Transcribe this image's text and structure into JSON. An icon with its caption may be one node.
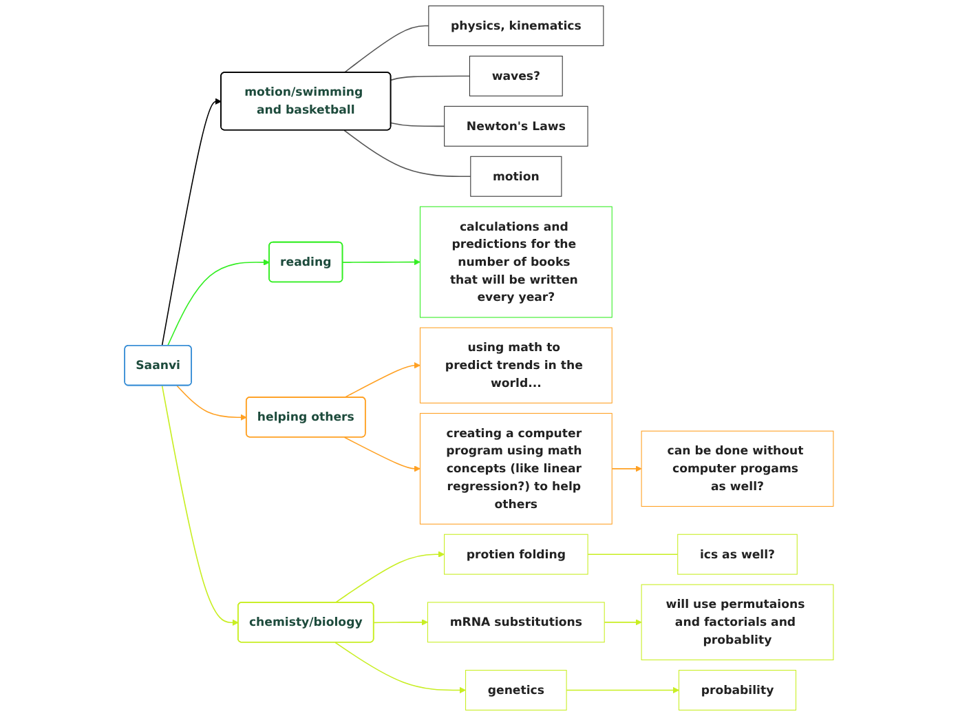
{
  "diagram": {
    "nodes": [
      {
        "text": [
          "Saanvi"
        ]
      },
      {
        "text": [
          "motion/swimming and basketball"
        ]
      },
      {
        "text": [
          "physics, kinematics"
        ]
      },
      {
        "text": [
          "waves?"
        ]
      },
      {
        "text": [
          "Newton's Laws"
        ]
      },
      {
        "text": [
          "motion"
        ]
      },
      {
        "text": [
          "reading"
        ]
      },
      {
        "text": [
          "calculations and predictions for the number of books that will be written every year?"
        ]
      },
      {
        "text": [
          "helping others"
        ]
      },
      {
        "text": [
          "using math to predict trends in the world..."
        ]
      },
      {
        "text": [
          "creating a computer program using math concepts (like linear regression?) to help others"
        ]
      },
      {
        "text": [
          "can be done without computer progams as well?"
        ]
      },
      {
        "text": [
          "chemisty/biology"
        ]
      },
      {
        "text": [
          "protien folding"
        ]
      },
      {
        "text": [
          "ics as well?"
        ]
      },
      {
        "text": [
          "mRNA substitutions"
        ]
      },
      {
        "text": [
          "will use permutaions and factorials and probablity"
        ]
      },
      {
        "text": [
          "genetics"
        ]
      },
      {
        "text": [
          "probability"
        ]
      }
    ],
    "edges": [
      {
        "from": 0,
        "to": 1,
        "arrow": "to",
        "color": "#000000"
      },
      {
        "from": 1,
        "to": 2,
        "arrow": "none",
        "color": "#555555"
      },
      {
        "from": 1,
        "to": 3,
        "arrow": "none",
        "color": "#555555"
      },
      {
        "from": 1,
        "to": 4,
        "arrow": "none",
        "color": "#555555"
      },
      {
        "from": 1,
        "to": 5,
        "arrow": "none",
        "color": "#555555"
      },
      {
        "from": 0,
        "to": 6,
        "arrow": "to",
        "color": "#33ee22"
      },
      {
        "from": 6,
        "to": 7,
        "arrow": "to",
        "color": "#33ee22"
      },
      {
        "from": 0,
        "to": 8,
        "arrow": "to",
        "color": "#ffa022"
      },
      {
        "from": 8,
        "to": 9,
        "arrow": "to",
        "color": "#ffa022"
      },
      {
        "from": 8,
        "to": 10,
        "arrow": "to",
        "color": "#ffa022"
      },
      {
        "from": 10,
        "to": 11,
        "arrow": "to",
        "color": "#ffa022"
      },
      {
        "from": 0,
        "to": 12,
        "arrow": "to"
      },
      {
        "from": 12,
        "to": 13,
        "arrow": "to"
      },
      {
        "from": 13,
        "to": 14,
        "arrow": "none"
      },
      {
        "from": 12,
        "to": 15,
        "arrow": "to"
      },
      {
        "from": 15,
        "to": 16,
        "arrow": "to"
      },
      {
        "from": 12,
        "to": 17,
        "arrow": "to"
      },
      {
        "from": 17,
        "to": 18,
        "arrow": "to"
      }
    ]
  }
}
